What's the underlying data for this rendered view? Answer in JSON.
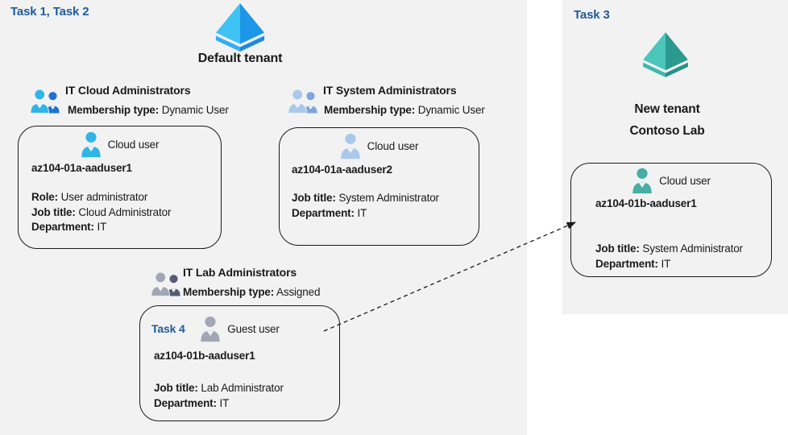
{
  "colors": {
    "panel-bg": "#F2F2F2",
    "task-blue": "#1F5C99",
    "ink": "#1A1A1A",
    "cyan-user": "#2FB5E8",
    "blue-user-2": "#1E74D6",
    "steel-user": "#A9C8EB",
    "steel-user-2": "#7EA6DC",
    "gray-user": "#A2A7B6",
    "gray-user-2": "#565C72",
    "teal-user": "#46AEA5",
    "aad-left": "#3FC3F4",
    "aad-right": "#1E96E8",
    "aad-rim-left": "#35AEF0",
    "aad-rim-right": "#1B8BE0",
    "aad-teal-left": "#4AC6BB",
    "aad-teal-right": "#2C998F",
    "aad-teal-rim-left": "#3DB9AE",
    "aad-teal-rim-right": "#27908A"
  },
  "default_tenant": {
    "tasks_label": "Task 1, Task 2",
    "title": "Default tenant",
    "groups": [
      {
        "name": "IT Cloud Administrators",
        "membership_label": "Membership type:",
        "membership_value": "Dynamic User"
      },
      {
        "name": "IT System Administrators",
        "membership_label": "Membership type:",
        "membership_value": "Dynamic User"
      },
      {
        "name": "IT Lab Administrators",
        "membership_label": "Membership type:",
        "membership_value": "Assigned"
      }
    ],
    "users": [
      {
        "type_label": "Cloud user",
        "name": "az104-01a-aaduser1",
        "details": {
          "role_label": "Role:",
          "role_value": "User administrator",
          "job_label": "Job title:",
          "job_value": "Cloud Administrator",
          "dept_label": "Department:",
          "dept_value": "IT"
        }
      },
      {
        "type_label": "Cloud user",
        "name": "az104-01a-aaduser2",
        "details": {
          "job_label": "Job title:",
          "job_value": "System Administrator",
          "dept_label": "Department:",
          "dept_value": "IT"
        }
      },
      {
        "task_label": "Task 4",
        "type_label": "Guest user",
        "name": "az104-01b-aaduser1",
        "details": {
          "job_label": "Job title:",
          "job_value": "Lab Administrator",
          "dept_label": "Department:",
          "dept_value": "IT"
        }
      }
    ]
  },
  "new_tenant": {
    "tasks_label": "Task 3",
    "title_line1": "New tenant",
    "title_line2": "Contoso Lab",
    "user": {
      "type_label": "Cloud user",
      "name": "az104-01b-aaduser1",
      "details": {
        "job_label": "Job title:",
        "job_value": "System Administrator",
        "dept_label": "Department:",
        "dept_value": "IT"
      }
    }
  }
}
